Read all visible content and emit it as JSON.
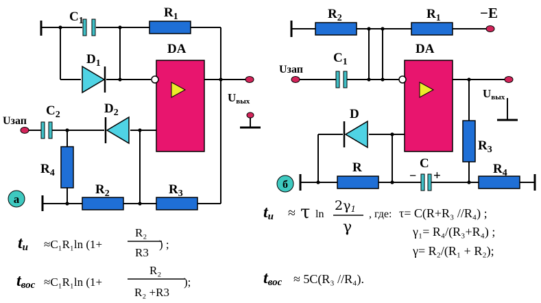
{
  "circuit_a": {
    "badge": "а",
    "C1": "C",
    "C1_sub": "1",
    "R1": "R",
    "R1_sub": "1",
    "D1": "D",
    "D1_sub": "1",
    "DA": "DA",
    "U_zap": "Uзап",
    "C2": "C",
    "C2_sub": "2",
    "D2": "D",
    "D2_sub": "2",
    "U_out": "U",
    "U_out_sub": "вых",
    "R4": "R",
    "R4_sub": "4",
    "R2": "R",
    "R2_sub": "2",
    "R3": "R",
    "R3_sub": "3"
  },
  "circuit_b": {
    "badge": "б",
    "R2": "R",
    "R2_sub": "2",
    "R1": "R",
    "R1_sub": "1",
    "neg_E": "−E",
    "U_zap": "Uзап",
    "C1": "C",
    "C1_sub": "1",
    "DA": "DA",
    "U_out": "U",
    "U_out_sub": "вых",
    "D": "D",
    "R3": "R",
    "R3_sub": "3",
    "R": "R",
    "C": "C",
    "C_minus": "−",
    "C_plus": "+",
    "R4": "R",
    "R4_sub": "4"
  },
  "formulas_a": {
    "t_u_lhs": "t",
    "t_u_lhs_sub": "и",
    "t_u_pre": "≈C₁R₁ln (1+",
    "t_u_num": "R₂",
    "t_u_den": "R3",
    "t_u_post": ") ;",
    "t_vos_lhs": "t",
    "t_vos_lhs_sub": "вос",
    "t_vos_pre": "≈C₁R₁ln (1+",
    "t_vos_num": "R₂",
    "t_vos_den": "R₂ +R3",
    "t_vos_post": ");"
  },
  "formulas_b": {
    "t_u_lhs": "t",
    "t_u_lhs_sub": "и",
    "t_u_approx": "≈",
    "t_u_tau": "τ",
    "t_u_ln": "ln",
    "t_u_num": "2γ",
    "t_u_num_sub": "1",
    "t_u_den": "γ",
    "t_u_where": ", где:",
    "tau_def": "τ= C(R+R₃ //R₄) ;",
    "gamma1_def": "γ₁= R₄/(R₃+R₄) ;",
    "gamma_def": "γ= R₂/(R₁ + R₂);",
    "t_vos_lhs": "t",
    "t_vos_lhs_sub": "вос",
    "t_vos_rhs": "≈ 5C(R₃ //R₄)."
  },
  "colors": {
    "resistor": "#1f6fd6",
    "opamp": "#e8156e",
    "opamp_triangle": "#ecec29",
    "diode": "#4fd3e4",
    "capacitor": "#3fbfc6",
    "terminal": "#d3245a",
    "badge": "#3ec9c0",
    "wire": "#000000"
  }
}
